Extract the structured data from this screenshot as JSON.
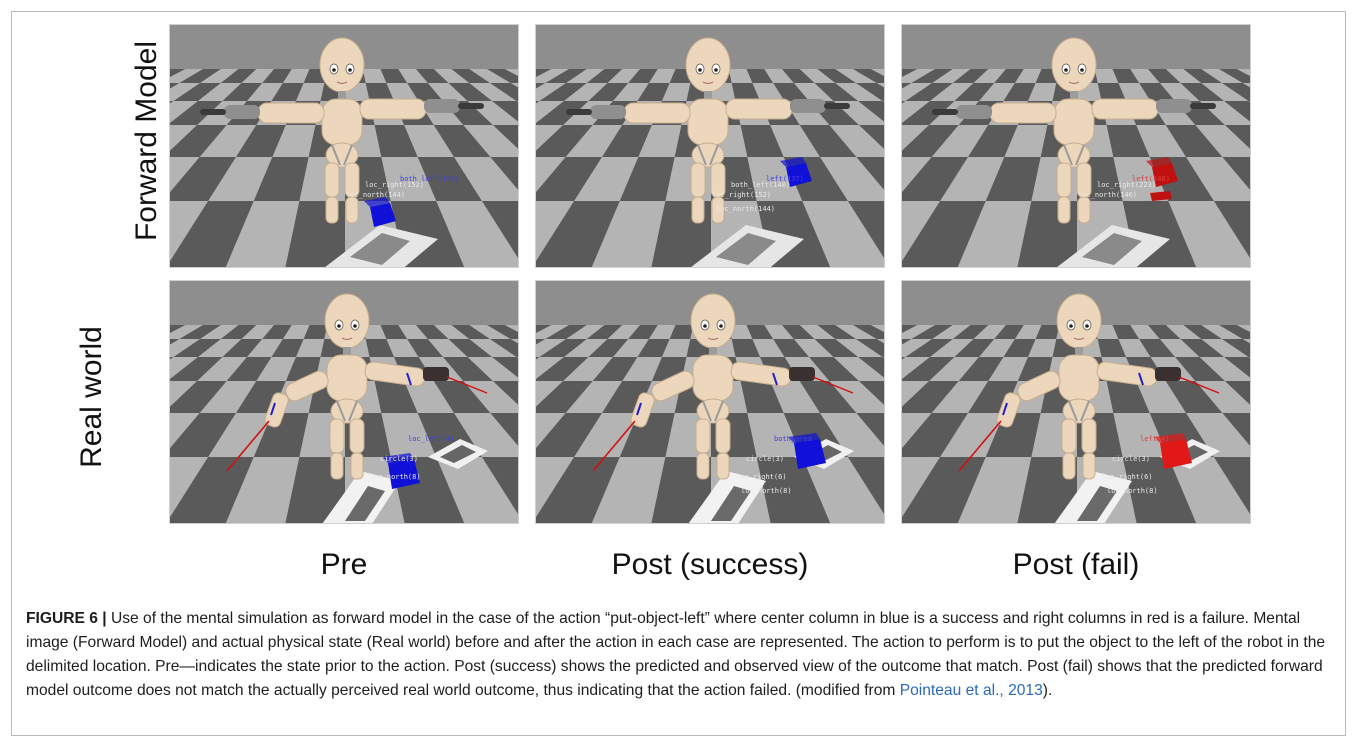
{
  "figure": {
    "row_labels": [
      "Forward Model",
      "Real world"
    ],
    "column_labels": [
      "Pre",
      "Post (success)",
      "Post (fail)"
    ],
    "panels": [
      {
        "row": "forward",
        "column": "pre",
        "cube_color": "#1010d8",
        "cube_state": "pre",
        "tags": [
          "both_left(140)",
          "loc_right(152)",
          "loc_north(144)"
        ]
      },
      {
        "row": "forward",
        "column": "success",
        "cube_color": "#1010d8",
        "cube_state": "moved",
        "tags": [
          "left(137)",
          "both_left(140)",
          "loc_right(152)",
          "loc_north(144)"
        ]
      },
      {
        "row": "forward",
        "column": "fail",
        "cube_color": "#c01010",
        "cube_state": "moved",
        "tags": [
          "left(140)",
          "loc_right(223)",
          "loc_north(146)"
        ]
      },
      {
        "row": "real",
        "column": "pre",
        "cube_color": "#1010d8",
        "cube_state": "pre",
        "tags": [
          "loc_left(4)",
          "circle(3)",
          "loc_north(8)"
        ]
      },
      {
        "row": "real",
        "column": "success",
        "cube_color": "#1010d8",
        "cube_state": "moved",
        "tags": [
          "both_area",
          "circle(3)",
          "loc_right(6)",
          "loc_north(8)"
        ]
      },
      {
        "row": "real",
        "column": "fail",
        "cube_color": "#e01818",
        "cube_state": "moved",
        "tags": [
          "left(4)",
          "circle(3)",
          "loc_right(6)",
          "loc_north(8)"
        ]
      }
    ]
  },
  "caption": {
    "figure_label": "FIGURE 6 |",
    "text_before_ref": " Use of the mental simulation as forward model in the case of the action “put-object-left” where center column in blue is a success and right columns in red is a failure. Mental image (Forward Model) and actual physical state (Real world) before and after the action in each case are represented. The action to perform is to put the object to the left of the robot in the delimited location. Pre—indicates the state prior to the action. Post (success) shows the predicted and observed view of the outcome that match. Post (fail) shows that the predicted forward model outcome does not match the actually perceived real world outcome, thus indicating that the action failed. (modified from ",
    "reference": "Pointeau et al., 2013",
    "text_after_ref": ")."
  }
}
